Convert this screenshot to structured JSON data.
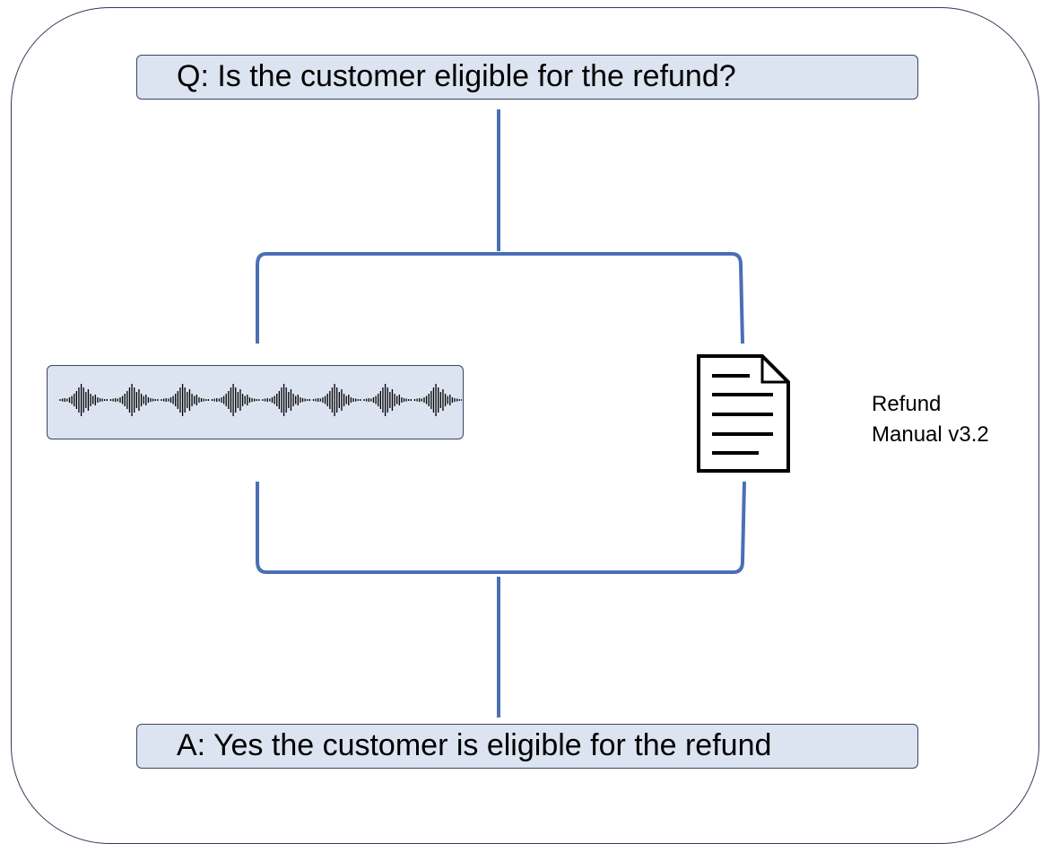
{
  "question": "Q: Is the customer eligible for the refund?",
  "answer": "A: Yes the customer is eligible for the refund",
  "document": {
    "label_line1": "Refund",
    "label_line2": "Manual v3.2",
    "icon": "document-icon"
  },
  "audio": {
    "icon": "audio-waveform-icon"
  },
  "colors": {
    "box_fill": "#dce3f1",
    "box_border": "#3a4660",
    "connector": "#4a6fb5",
    "frame_border": "#2f3a55"
  }
}
